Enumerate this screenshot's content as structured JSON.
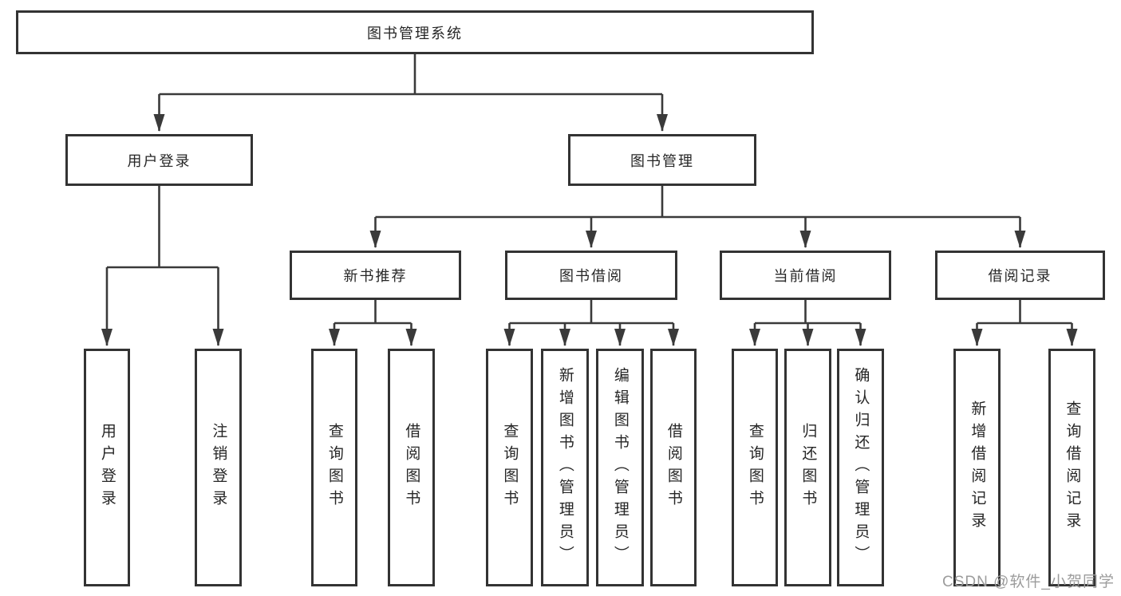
{
  "tree": {
    "label": "图书管理系统",
    "children": [
      {
        "label": "用户登录",
        "children": [
          {
            "label": "用户登录"
          },
          {
            "label": "注销登录"
          }
        ]
      },
      {
        "label": "图书管理",
        "children": [
          {
            "label": "新书推荐",
            "children": [
              {
                "label": "查询图书"
              },
              {
                "label": "借阅图书"
              }
            ]
          },
          {
            "label": "图书借阅",
            "children": [
              {
                "label": "查询图书"
              },
              {
                "label": "新增图书（管理员）"
              },
              {
                "label": "编辑图书（管理员）"
              },
              {
                "label": "借阅图书"
              }
            ]
          },
          {
            "label": "当前借阅",
            "children": [
              {
                "label": "查询图书"
              },
              {
                "label": "归还图书"
              },
              {
                "label": "确认归还（管理员）"
              }
            ]
          },
          {
            "label": "借阅记录",
            "children": [
              {
                "label": "新增借阅记录"
              },
              {
                "label": "查询借阅记录"
              }
            ]
          }
        ]
      }
    ]
  },
  "watermark": "CSDN @软件_小贺同学",
  "colors": {
    "line": "#3a3a3a",
    "box_border": "#333333",
    "text": "#262626",
    "watermark": "#9c9c9c",
    "background": "#ffffff"
  }
}
